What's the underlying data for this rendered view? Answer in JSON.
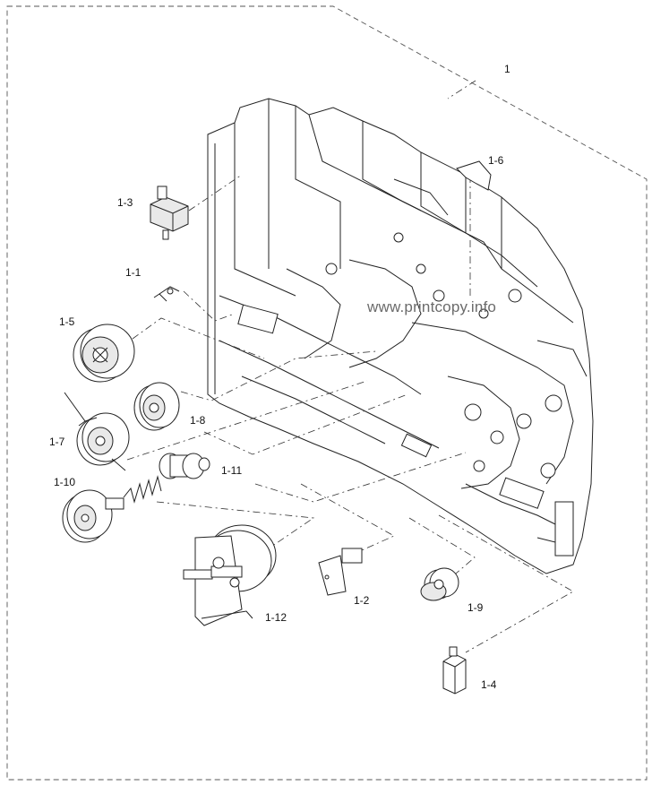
{
  "diagram": {
    "assembly_label": "1",
    "watermark": "www.printcopy.info",
    "parts": [
      {
        "id": "1-1"
      },
      {
        "id": "1-2"
      },
      {
        "id": "1-3"
      },
      {
        "id": "1-4"
      },
      {
        "id": "1-5"
      },
      {
        "id": "1-6"
      },
      {
        "id": "1-7"
      },
      {
        "id": "1-8"
      },
      {
        "id": "1-9"
      },
      {
        "id": "1-10"
      },
      {
        "id": "1-11"
      },
      {
        "id": "1-12"
      }
    ]
  }
}
